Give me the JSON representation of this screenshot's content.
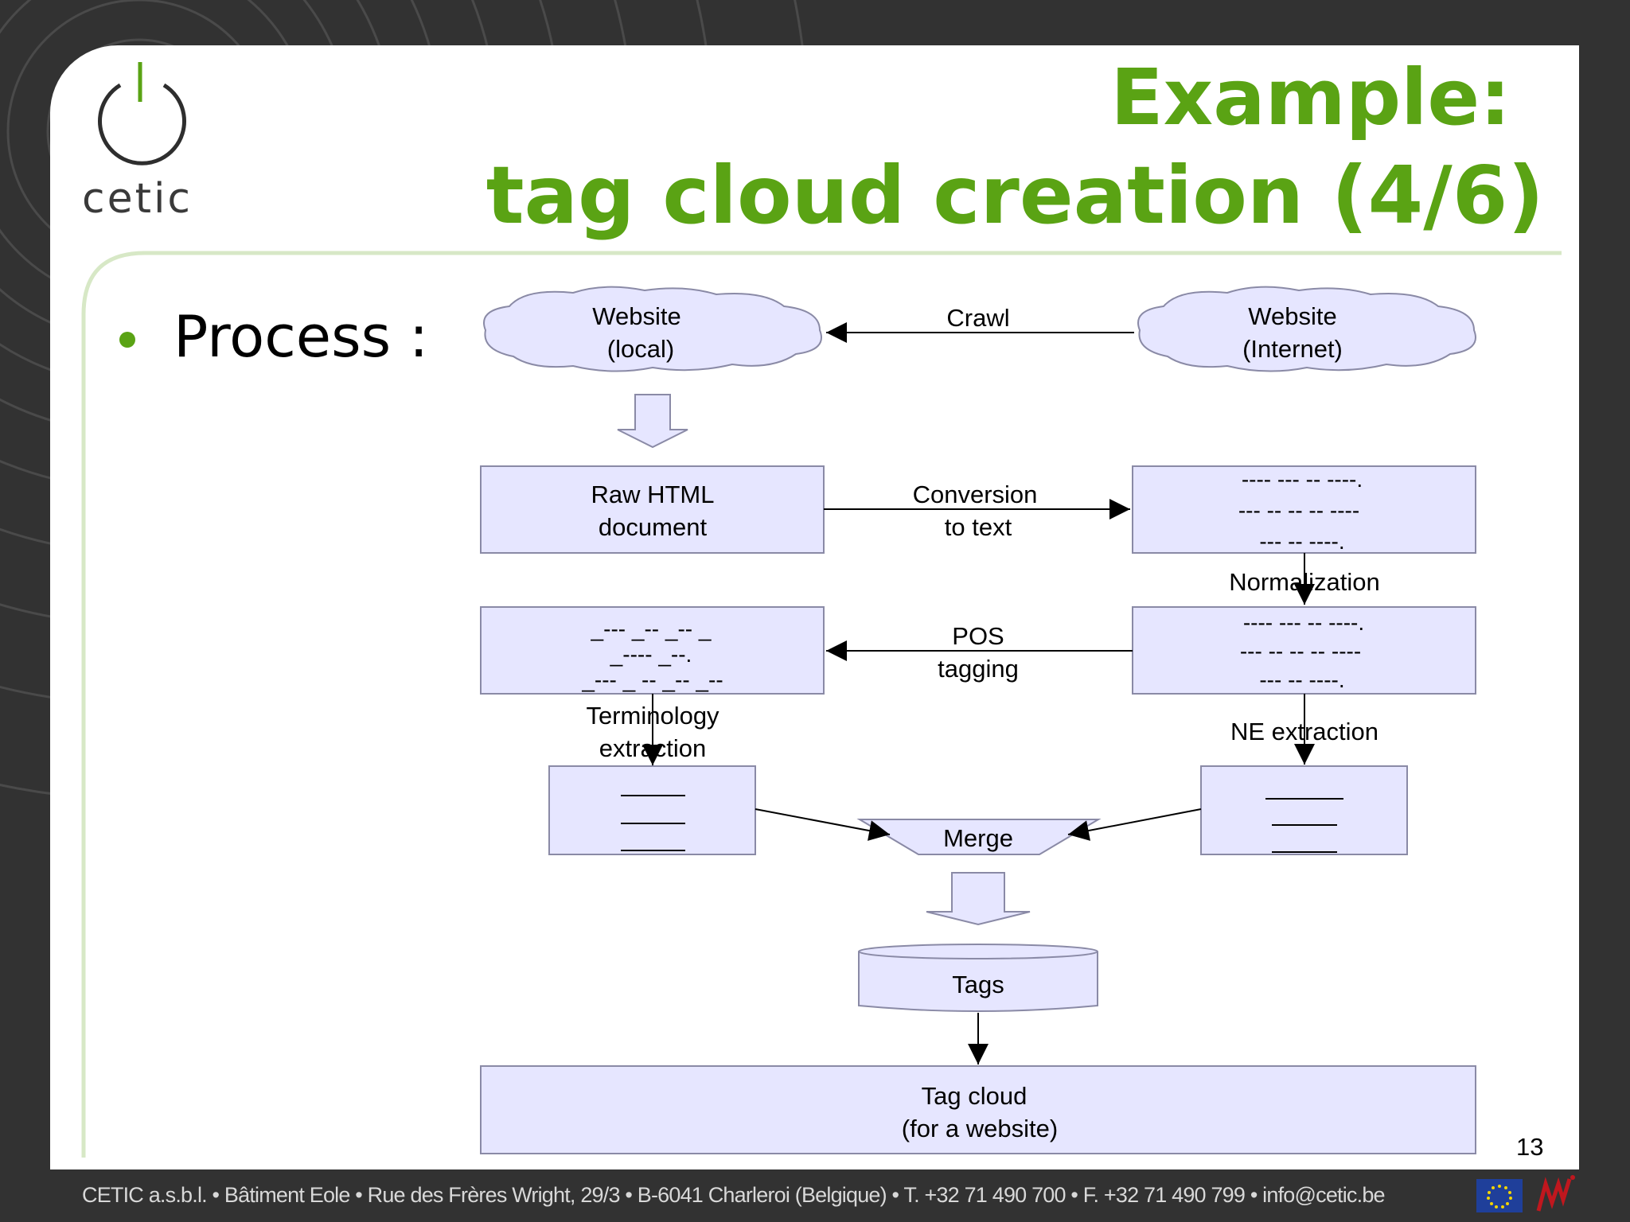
{
  "slide": {
    "title_line1": "Example:",
    "title_line2": "tag cloud creation (4/6)",
    "bullet": "Process :",
    "page_number": "13"
  },
  "logo": {
    "text": "cetic"
  },
  "footer": {
    "text": "CETIC a.s.b.l. • Bâtiment Eole • Rue des Frères Wright, 29/3 • B-6041 Charleroi (Belgique) • T. +32 71 490 700 • F. +32 71 490 799 • info@cetic.be"
  },
  "diagram": {
    "website_local": [
      "Website",
      "(local)"
    ],
    "website_internet": [
      "Website",
      "(Internet)"
    ],
    "crawl": "Crawl",
    "raw_html": [
      "Raw HTML",
      "document"
    ],
    "conversion": [
      "Conversion",
      "to text"
    ],
    "text_box_lines": [
      "---- ---    -- ----.",
      "--- -- -- --      ----",
      "--- -- ----."
    ],
    "normalization": "Normalization",
    "norm_box_lines": [
      "---- --- -- ----.",
      "--- -- -- -- ----",
      "--- -- ----."
    ],
    "pos_box_lines": [
      "_--- _-- _-- _",
      "_---- _--.",
      "_--- _ -- _-- _--"
    ],
    "pos_tagging": [
      "POS",
      "tagging"
    ],
    "terminology": [
      "Terminology",
      "extraction"
    ],
    "ne_extraction": "NE extraction",
    "merge": "Merge",
    "tags": "Tags",
    "tag_cloud": [
      "Tag cloud",
      "(for a website)"
    ]
  },
  "colors": {
    "title_green": "#5aa314",
    "node_fill": "#e6e6ff",
    "node_stroke": "#8a8aa6",
    "background": "#323232"
  }
}
